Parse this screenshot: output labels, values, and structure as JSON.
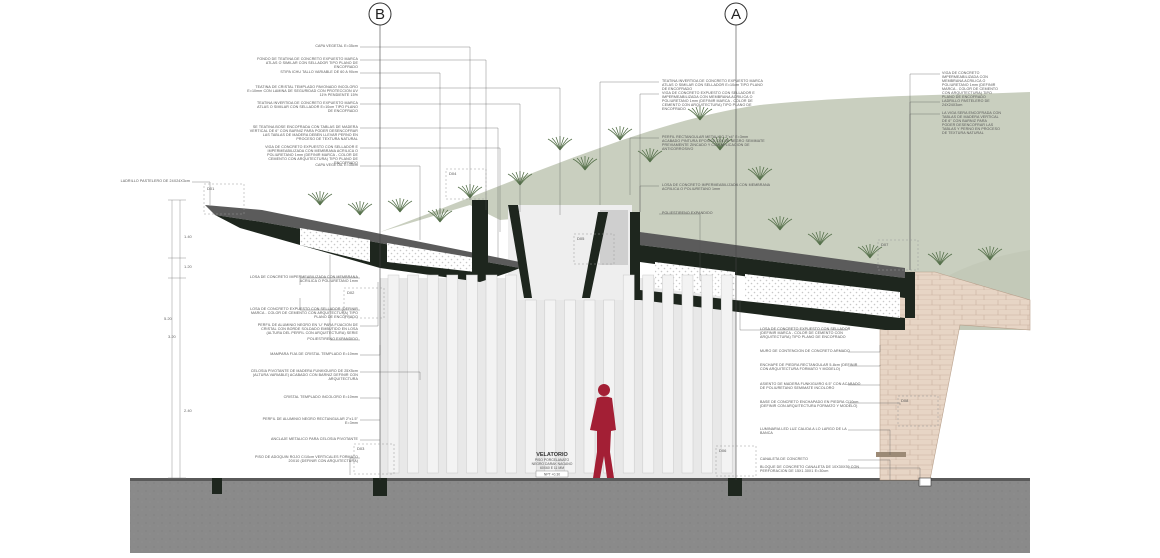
{
  "axes": [
    {
      "id": "B",
      "label": "B"
    },
    {
      "id": "A",
      "label": "A"
    }
  ],
  "room": {
    "name": "VELATORIO",
    "detail_1": "PISO PORCELANATO",
    "detail_2": "NEGRO DARAK NAGANO",
    "detail_3": "60X60 E 11 MM",
    "level": "NPT +0.30"
  },
  "details": [
    "D01",
    "D02",
    "D03",
    "D04",
    "D05",
    "D06",
    "D07",
    "D08"
  ],
  "dimensions": [
    "1.40",
    "1.20",
    "2.40",
    "3.20",
    "5.20"
  ],
  "notes_left": [
    "CAPA VEGETAL E=35cm",
    "FONDO DE TEATINA DE CONCRETO EXPUESTO MARCA ATLAS O SIMILAR CON SELLADOR TIPO PLANO DE ENCOFRADO",
    "STIPA ICHU TALLO VARIABLE DE 60 A 90cm",
    "TEATINA DE CRISTAL TEMPLADO PAVONADO INCOLORO E=10mm CON LAMINA DE SEGURIDAD CON PROTECCION UV 11% PENDIENTE 15%",
    "TEATINA INVERTIDA DE CONCRETO EXPUESTO MARCA ATLAS O SIMILAR CON SELLADOR E=10cm TIPO PLANO DE ENCOFRADO",
    "SE TEATINA BOSE ENCOFRADA CON TABLAS DE MADERA VERTICAL DE 6\" CON BARNIZ PARA PODER DESENCOFRAR LAS TABLAS DE MADERA DEBEN LLEVAR PERNO EN PROCESO DE TEXTURA NATURAL",
    "VIGA DE CONCRETO EXPUESTO CON SELLADOR E IMPERMEABILIZADA CON MEMBRANA ACRILICA O POLIURETANO 1mm (DEFINIR MARCA - COLOR DE CEMENTO CON ARQUITECTURA) TIPO PLANO DE ENCOFRADO",
    "CAPA VEGETAL E=35cm",
    "LADRILLO PASTELERO DE 24X24X3cm",
    "LOSA DE CONCRETO IMPERMEABILIZADA CON MEMBRANA ACRILICA O POLIURETANO 1mm",
    "LOSA DE CONCRETO EXPUESTO CON SELLADOR (DEFINIR MARCA - COLOR DE CEMENTO CON ARQUITECTURA) TIPO PLANO DE ENCOFRADO",
    "PERFIL DE ALUMINIO NEGRO EN 'U' PARA FIJACION DE CRISTAL CON BORDE SOLDADO EMBUTIDO EN LOSA (ALTURA DEL PERFIL CON ARQUITECTURA) SERIE",
    "POLIESTIRENO EXPANDIDO",
    "MAMPARA FIJA DE CRISTAL TEMPLADO E=10mm",
    "CELOSIA PIVOTANTE DE MADERA FUNKIGUIRO DE 25X5cm (ALTURA VARIABLE) ACABADO CON BARNIZ DEFINIR CON ARQUITECTURA",
    "CRISTAL TEMPLADO INCOLORO E=10mm",
    "PERFIL DE ALUMINIO NEGRO RECTANGULAR 2\"x1.5\" E=3mm",
    "ANCLAJE METALICO PARA CELOSIA PIVOTANTE",
    "PISO DE ADOQUIN ROJO C/10cm VERTICALES FORMATO 20X10 (DEFINIR CON ARQUITECTURA)"
  ],
  "notes_right": [
    "TEATINA INVERTIDA DE CONCRETO EXPUESTO MARCA ATLAS O SIMILAR CON SELLADOR E=10cm TIPO PLANO DE ENCOFRADO",
    "VIGA DE CONCRETO EXPUESTO CON SELLADOR E IMPERMEABILIZADA CON MEMBRANA ACRILICA O POLIURETANO 1mm (DEFINIR MARCA - COLOR DE CEMENTO CON ARQUITECTURA) TIPO PLANO DE ENCOFRADO",
    "PERFIL RECTANGULAR METALICO 2\"x4\" E=3mm ACABADO PINTURA EPOXICA COLOR NEGRO SEMIMATE PREVIAMENTE ZINCADO Y CON APLICACION DE ANTICORROSIVO",
    "LOSA DE CONCRETO IMPERMEABILIZADA CON MEMBRANA ACRILICA O POLIURETANO 1mm",
    "POLIESTIRENO EXPANDIDO",
    "LOSA DE CONCRETO EXPUESTO CON SELLADOR (DEFINIR MARCA - COLOR DE CEMENTO CON ARQUITECTURA) TIPO PLANO DE ENCOFRADO",
    "MURO DE CONTENCION DE CONCRETO ARMADO",
    "ENCHAPE DE PIEDRA RECTANGULAR 5-8cm (DEFINIR CON ARQUITECTURA FORMATO Y MODELO)",
    "ASIENTO DE MADERA FUNKIGUIRO 6.5\" CON ACABADO DE POLIURETANO SEMIMATE INCOLORO",
    "BASE DE CONCRETO ENCHAPADO EN PIEDRA C/10cm (DEFINIR CON ARQUITECTURA FORMATO Y MODELO)",
    "LUMINARIA LED LUZ CALIDA A LO LARGO DE LA BANCA",
    "CANALETA DE CONCRETO",
    "BLOQUE DE CONCRETO CANALETA DE 10X30X39 CON PERFORACION DE 15X1.30X1 E=30cm"
  ],
  "notes_far_right": [
    "VIGA DE CONCRETO IMPERMEABILIZADA CON MEMBRANA ACRILICA O POLIURETANO 1mm (DEFINIR MARCA - COLOR DE CEMENTO CON ARQUITECTURA) TIPO PLANO DE ENCOFRADO",
    "LADRILLO PASTELERO DE 24X24X3cm",
    "LA VIGA SERA ENCOFRADA CON TABLAS DE MADERA VERTICAL DE 6\" CON BARNIZ PARA PODER DESENCOFRAR LAS TABLAS Y PERNO EN PROCESO DE TEXTURA NATURAL"
  ],
  "colors": {
    "ground": "#8a8a8a",
    "ground_top": "#5a5a5a",
    "hill": "#c9cfbf",
    "roof": "#5b5b5b",
    "concrete": "#1e261e",
    "stone": "#e7d5c5",
    "glass": "#e8e8e8",
    "louver": "#f3f3f3",
    "figure": "#a31f35",
    "leader": "#555555"
  }
}
